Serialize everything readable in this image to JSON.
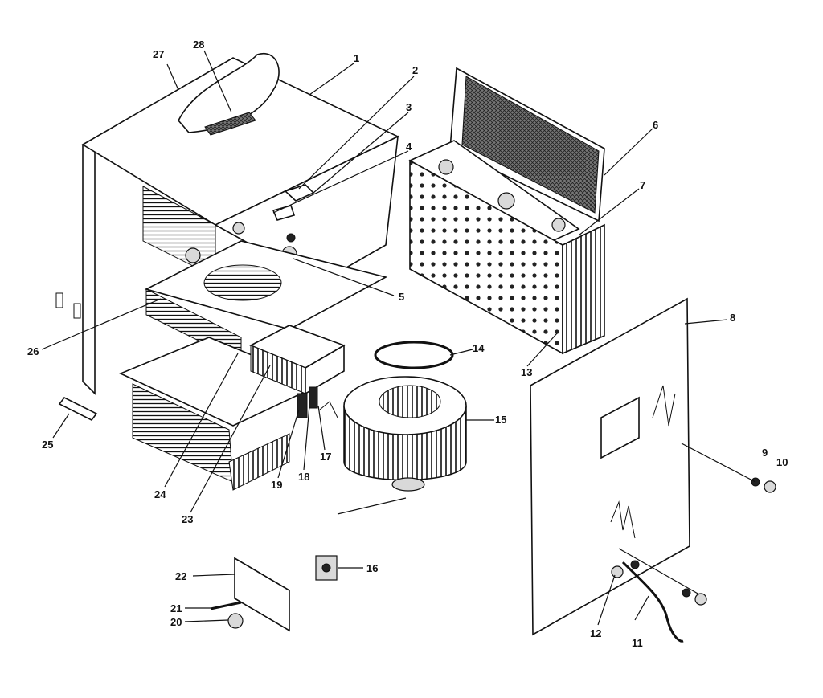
{
  "callouts": [
    "1",
    "2",
    "3",
    "4",
    "5",
    "6",
    "7",
    "8",
    "9",
    "10",
    "11",
    "12",
    "13",
    "14",
    "15",
    "16",
    "17",
    "18",
    "19",
    "20",
    "21",
    "22",
    "23",
    "24",
    "25",
    "26",
    "27",
    "28"
  ],
  "colors": {
    "ink": "#111111",
    "paper": "#ffffff"
  }
}
